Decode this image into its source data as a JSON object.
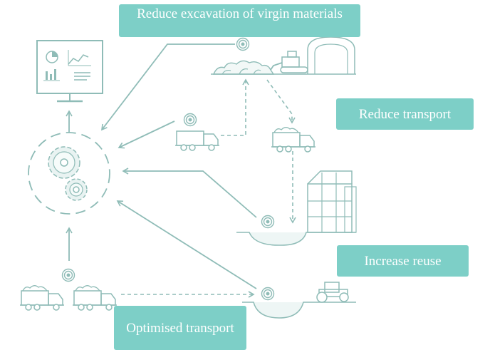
{
  "labels": {
    "reduce_excavation": "Reduce excavation of virgin materials",
    "reduce_transport": "Reduce transport",
    "increase_reuse": "Increase reuse",
    "optimised_transport": "Optimised transport"
  },
  "colors": {
    "line": "#8fbcb7",
    "label_background": "#7dcfc7",
    "label_text": "#ffffff"
  },
  "icons": [
    "monitor-icon",
    "gears-icon",
    "signal-icon",
    "truck-icon",
    "rock-pile-icon",
    "tunnel-icon",
    "excavator-icon",
    "building-frame-icon",
    "roller-icon",
    "pit-icon"
  ]
}
